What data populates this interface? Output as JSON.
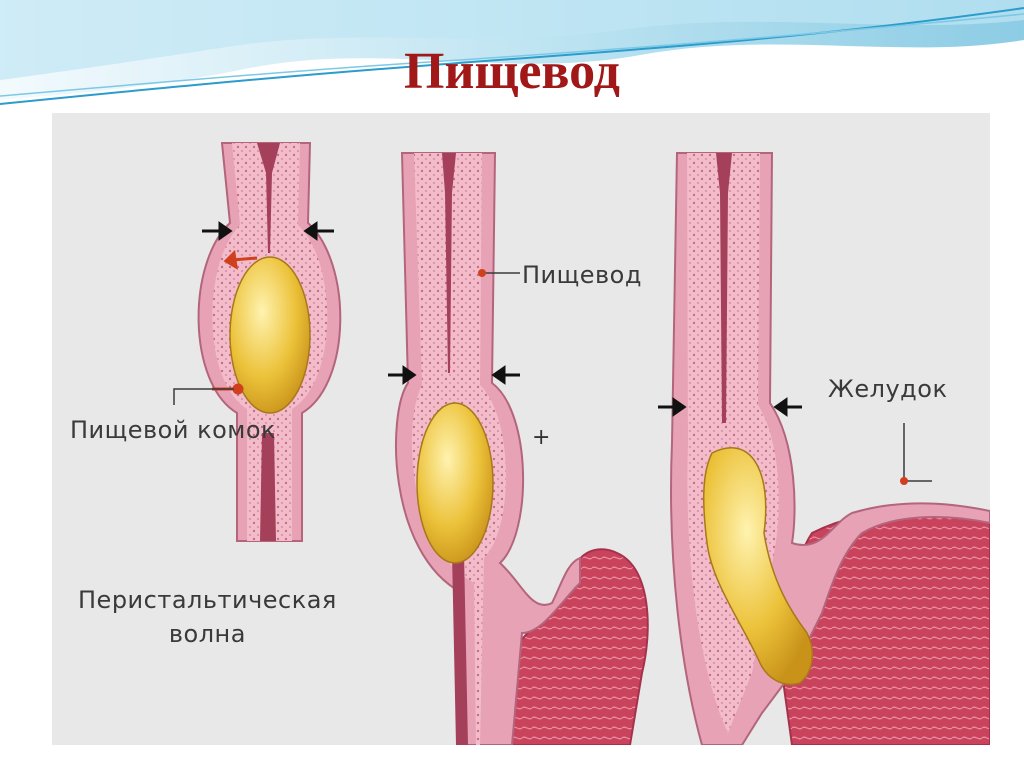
{
  "title": "Пищевод",
  "labels": {
    "bolus": "Пищевой комок",
    "esophagus": "Пищевод",
    "stomach": "Желудок",
    "peristaltic": "Перистальтическая\nволна",
    "plus": "+"
  },
  "colors": {
    "title": "#a01818",
    "wall": "#d98aa0",
    "wall_inner": "#f4c7d2",
    "lumen": "#b3475f",
    "bolus": "#e9b92a",
    "stomach_tissue": "#c23a55",
    "pointer": "#d0401e",
    "arrow": "#111111",
    "banner": "#54b4d6"
  },
  "icons": [
    "constriction-arrow-icon",
    "pointer-dot-icon"
  ]
}
